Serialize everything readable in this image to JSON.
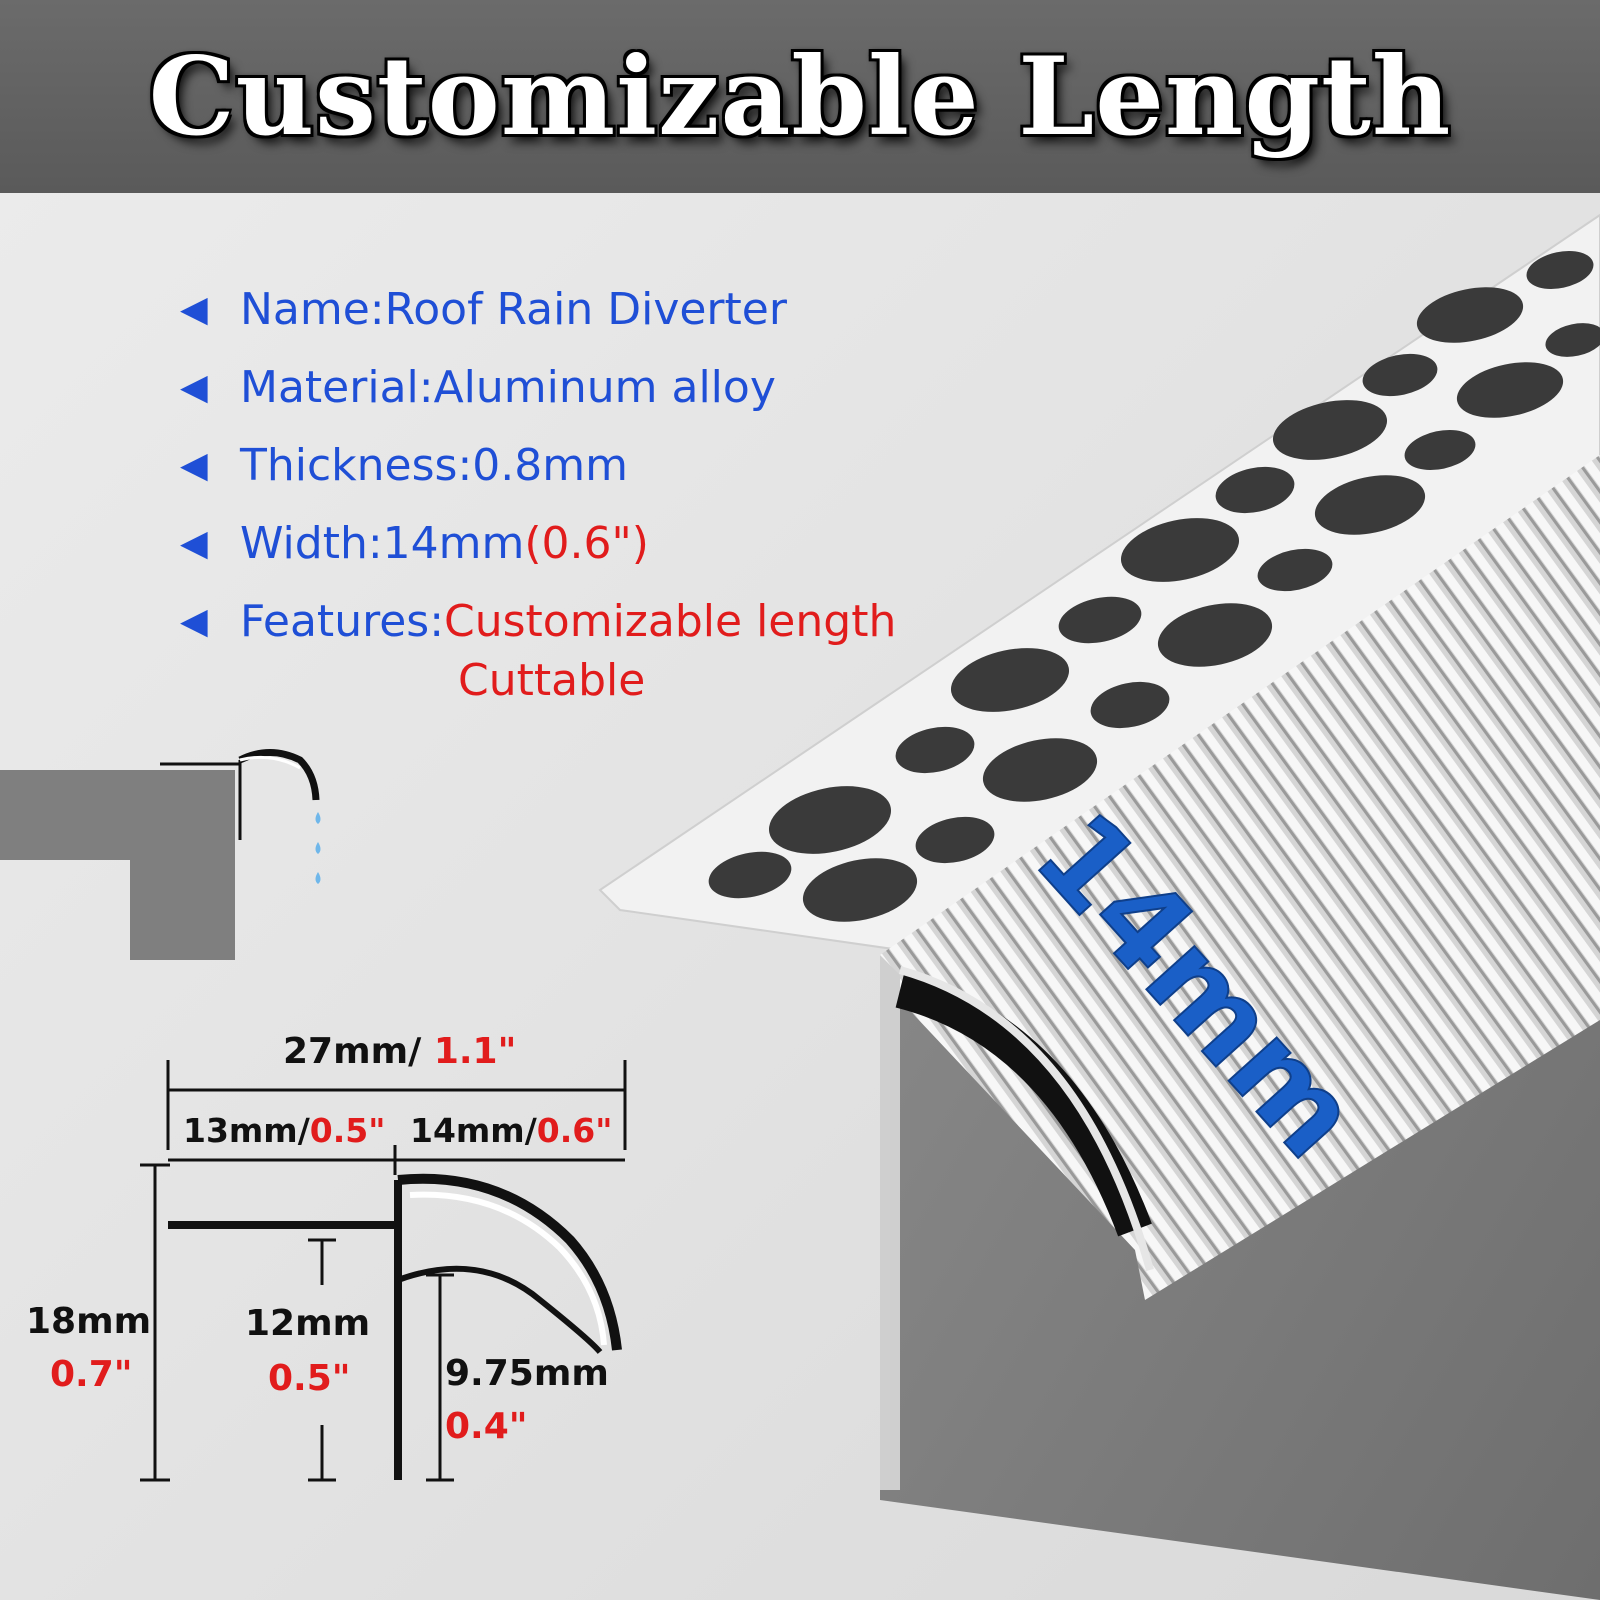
{
  "banner": {
    "title": "Customizable Length"
  },
  "specs": [
    {
      "label": "Name: ",
      "value": "Roof Rain Diverter",
      "extra": ""
    },
    {
      "label": "Material: ",
      "value": "Aluminum alloy",
      "extra": ""
    },
    {
      "label": "Thickness: ",
      "value": "0.8mm",
      "extra": ""
    },
    {
      "label": "Width: ",
      "value": "14mm ",
      "extra": "(0.6\")"
    },
    {
      "label": "Features: ",
      "value": "",
      "extra": "Customizable length"
    }
  ],
  "features_continued": "Cuttable",
  "product_overlay_label": "14mm",
  "dimensions": {
    "total_width_mm": "27mm/ ",
    "total_width_in": "1.1\"",
    "left_width_mm": "13mm/",
    "left_width_in": "0.5\"",
    "right_width_mm": "14mm/",
    "right_width_in": "0.6\"",
    "total_height_mm": "18mm",
    "total_height_in": "0.7\"",
    "flange_height_mm": "12mm",
    "flange_height_in": "0.5\"",
    "drip_height_mm": "9.75mm",
    "drip_height_in": "0.4\""
  },
  "icons": {
    "bullet": "left-triangle-arrow",
    "water": "water-drop-icon"
  },
  "colors": {
    "blue_text": "#1f4fd6",
    "red_text": "#e11c1c",
    "banner_bg": "#5f5f5f",
    "dim_label_blue": "#1a5fc7"
  }
}
